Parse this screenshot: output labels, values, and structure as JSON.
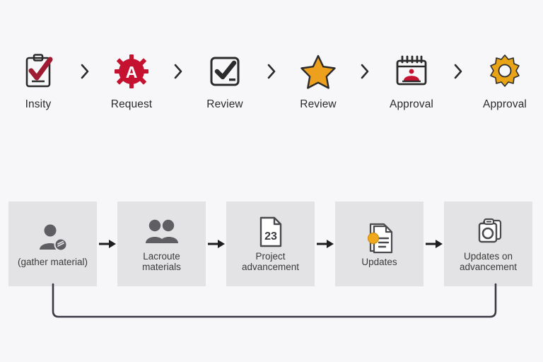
{
  "colors": {
    "background": "#f7f7f9",
    "card_fill": "#e3e3e5",
    "red": "#b31b2c",
    "crimson": "#c41230",
    "gold": "#e8a317",
    "amber": "#f0a91e",
    "ink": "#2b2b2b",
    "gray_icon": "#5a5a5a",
    "loop_line": "#3a3a44"
  },
  "top_flow": {
    "separator_icon": "chevron-right-icon",
    "steps": [
      {
        "label": "Insity",
        "icon": "clipboard-check-icon"
      },
      {
        "label": "Request",
        "icon": "red-badge-a-icon"
      },
      {
        "label": "Review",
        "icon": "checkbox-check-icon"
      },
      {
        "label": "Review",
        "icon": "star-icon"
      },
      {
        "label": "Approval",
        "icon": "calendar-event-icon"
      },
      {
        "label": "Approval",
        "icon": "gear-icon"
      }
    ]
  },
  "bottom_flow": {
    "arrow_icon": "arrow-right-icon",
    "cards": [
      {
        "label": "(gather material)",
        "icon": "user-badge-icon"
      },
      {
        "label": "Lacroute\nmaterials",
        "icon": "two-users-icon"
      },
      {
        "label": "Project\nadvancement",
        "icon": "document-23-icon",
        "badge": "23"
      },
      {
        "label": "Updates",
        "icon": "document-dot-icon"
      },
      {
        "label": "Updates on\nadvancement",
        "icon": "photo-stack-icon"
      }
    ]
  },
  "feedback_loop": {
    "name": "feedback-loop-connector",
    "from_card_index": 0,
    "to_card_index": 4
  }
}
